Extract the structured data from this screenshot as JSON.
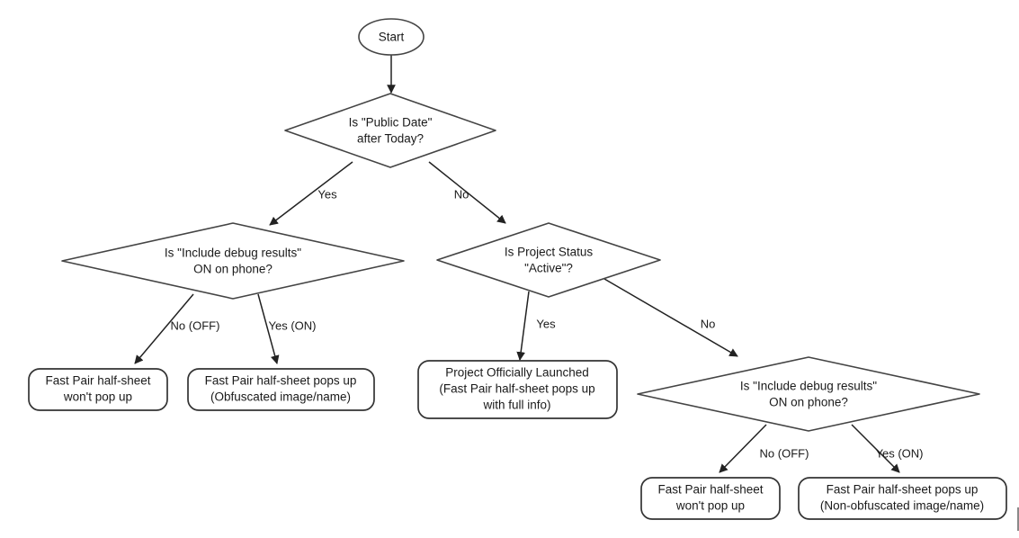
{
  "diagram": {
    "type": "flowchart",
    "title": "Fast Pair half-sheet decision flow",
    "orientation": "top-down",
    "background_color": "#ffffff",
    "line_color": "#222222",
    "node_stroke_color": "#444444",
    "text_color": "#1a1a1a"
  },
  "nodes": {
    "start": {
      "shape": "ellipse",
      "label": "Start"
    },
    "public_date": {
      "shape": "diamond",
      "line1": "Is \"Public Date\"",
      "line2": "after Today?"
    },
    "debug_left": {
      "shape": "diamond",
      "line1": "Is \"Include debug results\"",
      "line2": "ON on phone?"
    },
    "project_status": {
      "shape": "diamond",
      "line1": "Is Project Status",
      "line2": "\"Active\"?"
    },
    "debug_right": {
      "shape": "diamond",
      "line1": "Is \"Include debug results\"",
      "line2": "ON on phone?"
    },
    "left_no_terminal": {
      "shape": "rounded-rect",
      "line1": "Fast Pair half-sheet",
      "line2": "won't pop up"
    },
    "left_yes_terminal": {
      "shape": "rounded-rect",
      "line1": "Fast Pair half-sheet pops up",
      "line2": "(Obfuscated image/name)"
    },
    "launched_terminal": {
      "shape": "rounded-rect",
      "line1": "Project Officially Launched",
      "line2": "(Fast Pair half-sheet pops up",
      "line3": "with full info)"
    },
    "right_no_terminal": {
      "shape": "rounded-rect",
      "line1": "Fast Pair half-sheet",
      "line2": "won't pop up"
    },
    "right_yes_terminal": {
      "shape": "rounded-rect",
      "line1": "Fast Pair half-sheet pops up",
      "line2": "(Non-obfuscated image/name)"
    }
  },
  "edge_labels": {
    "public_date_yes": "Yes",
    "public_date_no": "No",
    "debug_left_no": "No (OFF)",
    "debug_left_yes": "Yes (ON)",
    "project_status_yes": "Yes",
    "project_status_no": "No",
    "debug_right_no": "No (OFF)",
    "debug_right_yes": "Yes (ON)"
  }
}
